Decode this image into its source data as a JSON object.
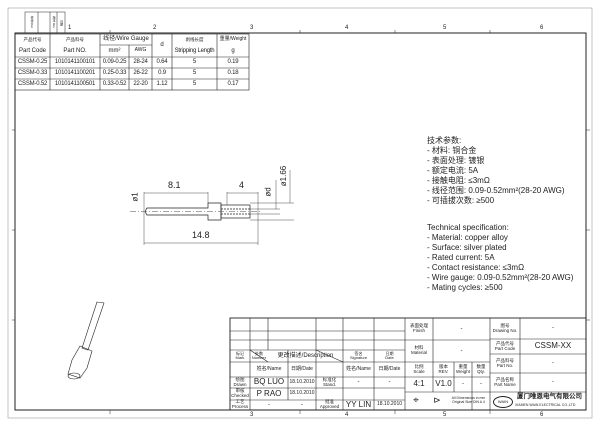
{
  "frame": {
    "columns": [
      "1",
      "2",
      "3",
      "4",
      "5",
      "6"
    ]
  },
  "rev_strip": [
    "修改/Doc",
    "版本 Rev",
    "日期"
  ],
  "parts_table": {
    "headers": {
      "part_code_cn": "产品代号",
      "part_code": "Part Code",
      "part_no_cn": "产品料号",
      "part_no": "Part NO.",
      "wire_gauge": "线径/Wire Gauge",
      "mm2": "mm²",
      "awg": "AWG",
      "d": "d",
      "strip_cn": "剥线长度",
      "strip": "Stripping Length",
      "weight": "重量/Weight",
      "g": "g"
    },
    "rows": [
      [
        "CSSM-0.25",
        "1010141100101",
        "0.09-0.25",
        "28-24",
        "0.64",
        "5",
        "0.19"
      ],
      [
        "CSSM-0.33",
        "1010141100201",
        "0.25-0.33",
        "26-22",
        "0.9",
        "5",
        "0.18"
      ],
      [
        "CSSM-0.52",
        "1010141100501",
        "0.33-0.52",
        "22-20",
        "1.12",
        "5",
        "0.17"
      ]
    ]
  },
  "dimensions": {
    "d1": "ø1",
    "len1": "8.1",
    "len2": "4",
    "d": "ød",
    "d2": "ø1.66",
    "total": "14.8"
  },
  "spec_cn": {
    "title": "技术参数:",
    "lines": [
      "- 材料: 铜合金",
      "- 表面处理: 镀银",
      "- 额定电流: 5A",
      "- 接触电阻: ≤3mΩ",
      "- 线径范围: 0.09-0.52mm²(28-20 AWG)",
      "- 可插拔次数: ≥500"
    ]
  },
  "spec_en": {
    "title": "Technical specification:",
    "lines": [
      "- Material: copper alloy",
      "- Surface: silver plated",
      "- Rated current: 5A",
      "- Contact resistance: ≤3mΩ",
      "- Wire gauge: 0.09-0.52mm²(28-20 AWG)",
      "- Mating cycles: ≥500"
    ]
  },
  "title_block": {
    "mark": "标记\nMark",
    "number": "处数\nNumber",
    "description": "更改描述/Description",
    "signature": "签名\nSignature",
    "date": "日期\nDate",
    "name": "姓名/Name",
    "date2": "日期/Date",
    "name2": "姓名/Name",
    "date3": "日期/Date",
    "drawn": "绘图\nDrawn",
    "drawn_name": "BQ LUO",
    "drawn_date": "18.10.2010",
    "checked": "审核\nChecked",
    "checked_name": "P RAO",
    "checked_date": "18.10.2010",
    "process": "工艺\nProcess",
    "process_name": "-",
    "process_date": "-",
    "stand": "标准化\nStand.",
    "stand_name": "-",
    "stand_date": "-",
    "approved": "批准\nApproved",
    "approved_name": "YY LIN",
    "approved_date": "18.10.2010",
    "finish": "表面处理\nFinish",
    "finish_val": "-",
    "material": "材料\nMaterial",
    "material_val": "-",
    "scale": "比例\nScale",
    "scale_val": "4:1",
    "rev": "版本\nREV.",
    "rev_val": "V1.0",
    "weight": "重量\nWeight",
    "weight_val": "-",
    "qty": "数量\nQty.",
    "qty_val": "-",
    "dims_note": "All Dimensions in mm\nOriginal Size DIN A 4",
    "drawing_no": "图号\nDrawing No.",
    "drawing_no_val": "-",
    "part_code": "产品代号\nPart Code",
    "part_code_val": "CSSM-XX",
    "part_no": "产品料号\nPart No.",
    "part_no_val": "-",
    "part_name": "产品名称\nPart Name",
    "part_name_val": "-",
    "company_logo": "WAIN",
    "company_cn": "厦门唯恩电气有限公司",
    "company_en": "XIAMEN WAIN ELECTRICAL CO.,LTD"
  }
}
